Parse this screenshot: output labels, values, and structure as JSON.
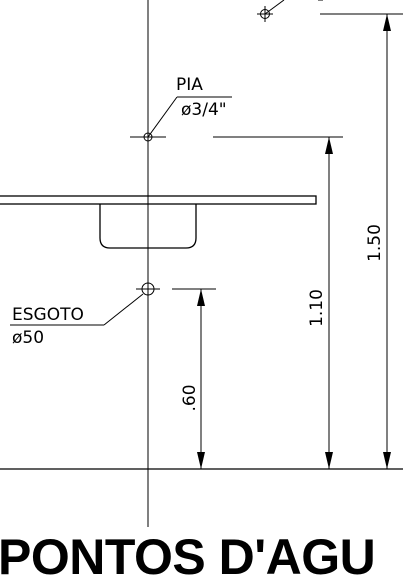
{
  "labels": {
    "pia_title": "PIA",
    "pia_diameter": "ø3/4\"",
    "esgoto_title": "ESGOTO",
    "esgoto_diameter": "ø50",
    "dim_060": ".60",
    "dim_110": "1.10",
    "dim_150": "1.50",
    "page_title": "PONTOS D'AGU"
  }
}
